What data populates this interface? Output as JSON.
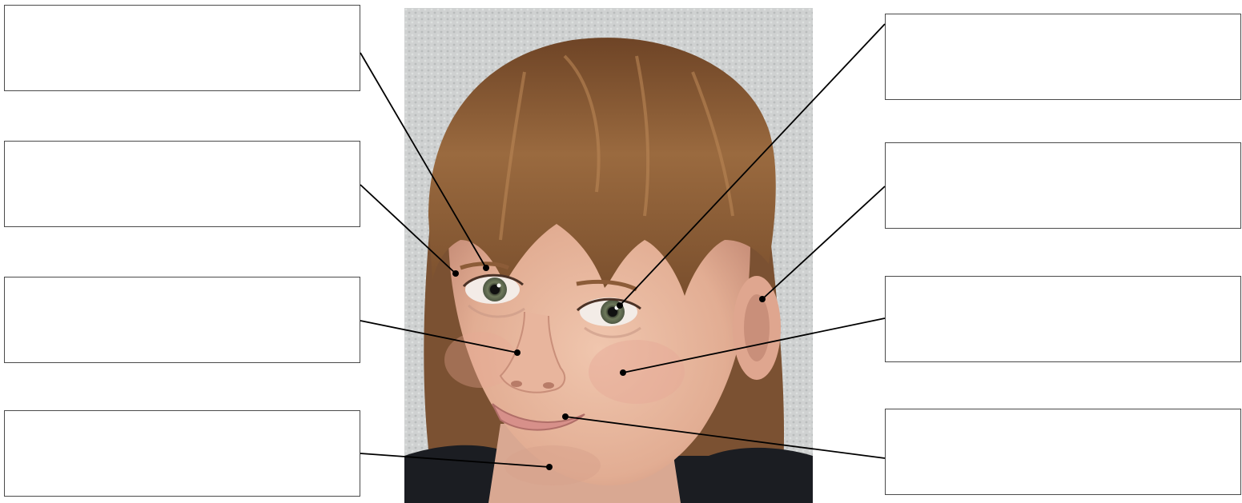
{
  "title": "",
  "labels": {
    "left": [
      {
        "target": "eyebrow",
        "text": ""
      },
      {
        "target": "eyelashes",
        "text": ""
      },
      {
        "target": "nose",
        "text": ""
      },
      {
        "target": "chin",
        "text": ""
      }
    ],
    "right": [
      {
        "target": "eye",
        "text": ""
      },
      {
        "target": "ear",
        "text": ""
      },
      {
        "target": "cheek",
        "text": ""
      },
      {
        "target": "mouth",
        "text": ""
      }
    ]
  },
  "colors": {
    "box_border": "#4a4a4a",
    "leader_line": "#000000",
    "wall": "#cfd1d1",
    "hair": "#8a5a34",
    "skin": "#e7b9a1",
    "shirt": "#1b1d22"
  }
}
